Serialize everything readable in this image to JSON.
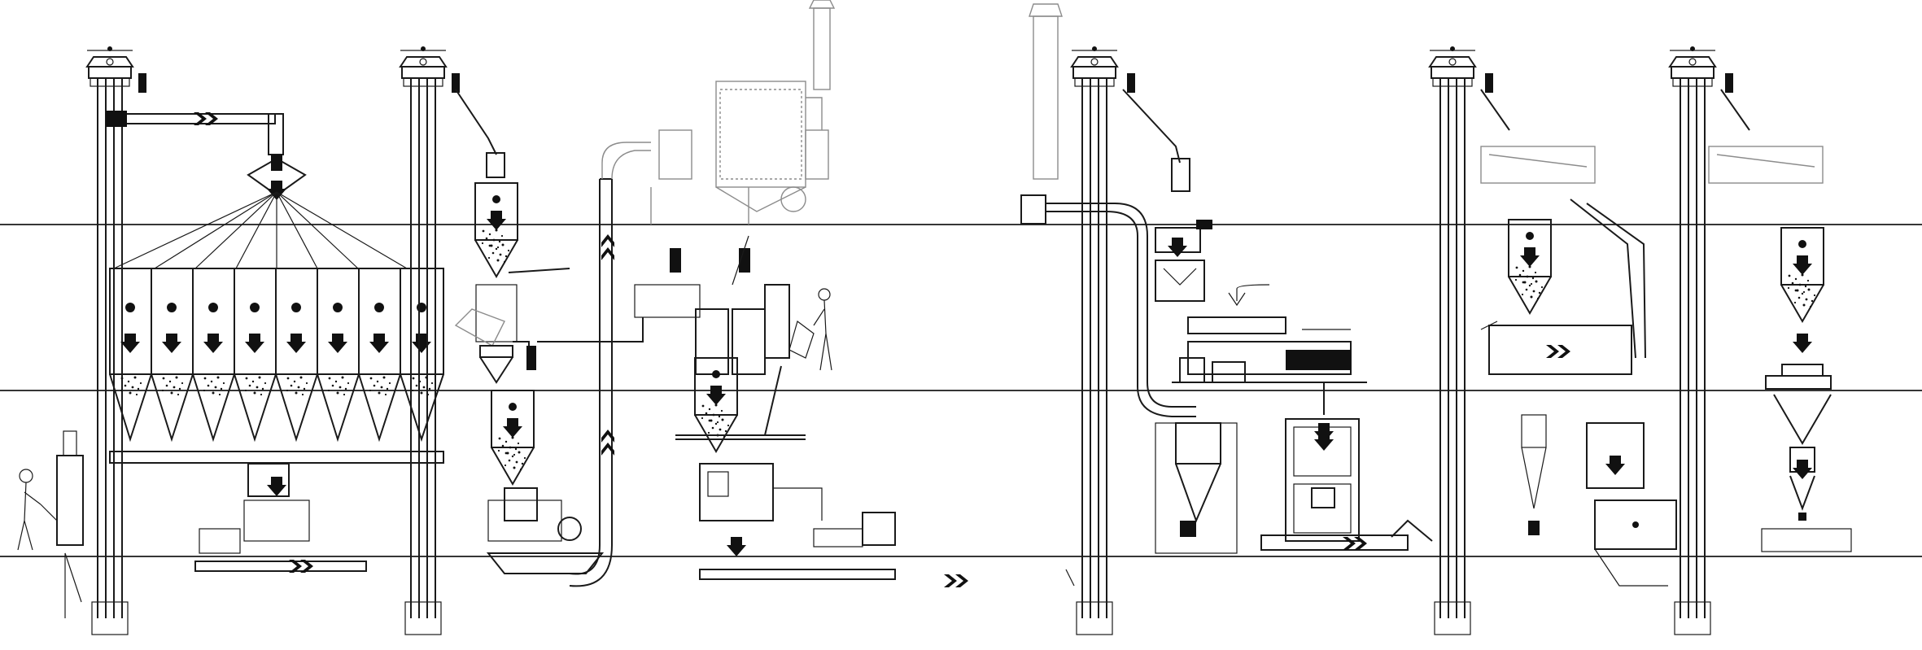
{
  "diagram": {
    "type": "process-flow-layout",
    "floor_levels": 4,
    "columns": 6,
    "colors": {
      "line": "#1a1a1a",
      "faint": "#8c8c8c",
      "background": "#ffffff"
    },
    "icons": [
      "bucket-elevator",
      "silo-bin",
      "cyclone",
      "pulse-dust-collector",
      "hammer-mill",
      "mixer",
      "extruder",
      "dryer",
      "cooler",
      "vibrating-screen",
      "packing-scale",
      "screw-conveyor",
      "flow-arrow",
      "operator-figure"
    ]
  }
}
